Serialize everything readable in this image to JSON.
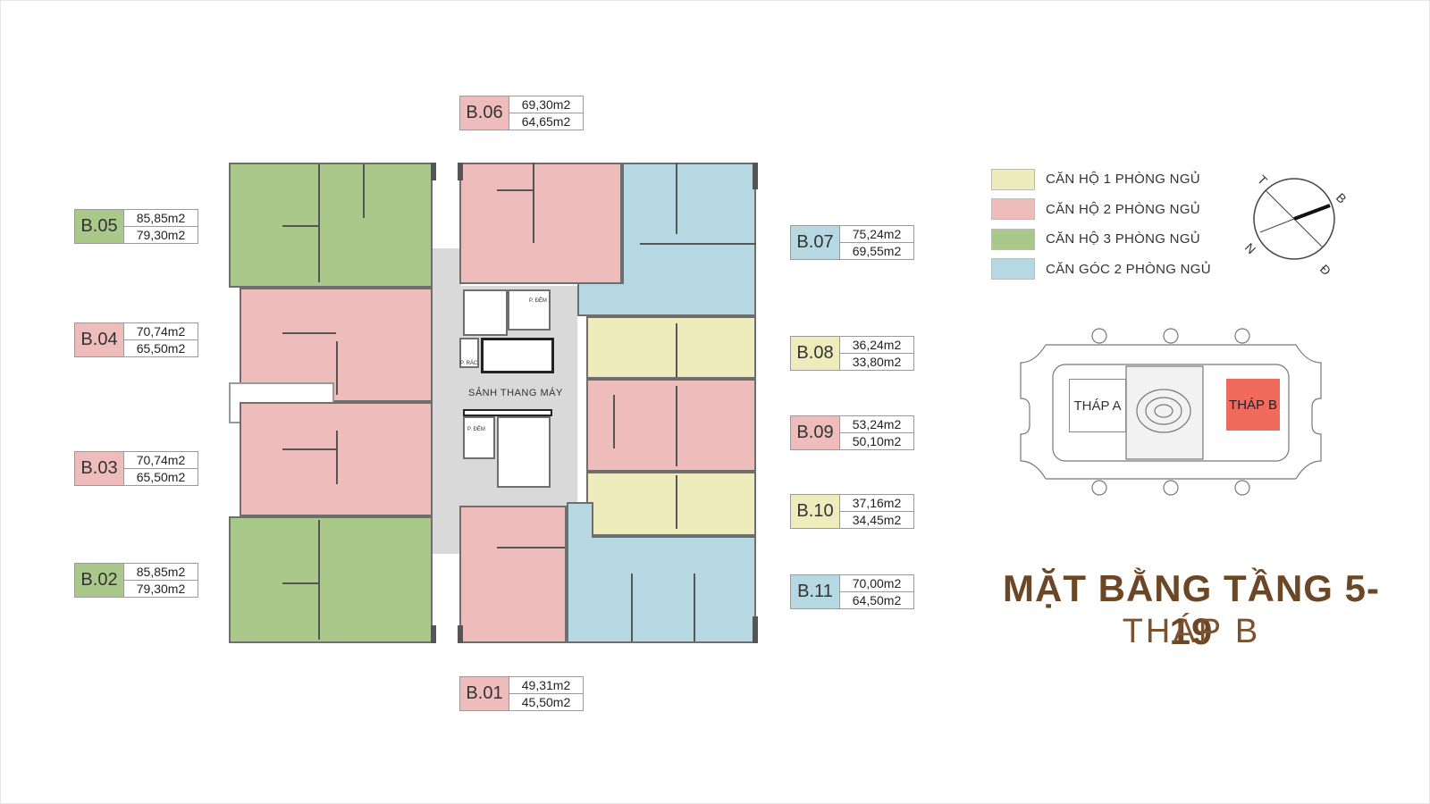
{
  "units": [
    {
      "code": "B.06",
      "area1": "69,30m2",
      "area2": "64,65m2",
      "color": "#efbcbc"
    },
    {
      "code": "B.05",
      "area1": "85,85m2",
      "area2": "79,30m2",
      "color": "#a9c88a"
    },
    {
      "code": "B.04",
      "area1": "70,74m2",
      "area2": "65,50m2",
      "color": "#efbcbc"
    },
    {
      "code": "B.03",
      "area1": "70,74m2",
      "area2": "65,50m2",
      "color": "#efbcbc"
    },
    {
      "code": "B.02",
      "area1": "85,85m2",
      "area2": "79,30m2",
      "color": "#a9c88a"
    },
    {
      "code": "B.01",
      "area1": "49,31m2",
      "area2": "45,50m2",
      "color": "#efbcbc"
    },
    {
      "code": "B.07",
      "area1": "75,24m2",
      "area2": "69,55m2",
      "color": "#b5d8e2"
    },
    {
      "code": "B.08",
      "area1": "36,24m2",
      "area2": "33,80m2",
      "color": "#eeecbd"
    },
    {
      "code": "B.09",
      "area1": "53,24m2",
      "area2": "50,10m2",
      "color": "#efbcbc"
    },
    {
      "code": "B.10",
      "area1": "37,16m2",
      "area2": "34,45m2",
      "color": "#eeecbd"
    },
    {
      "code": "B.11",
      "area1": "70,00m2",
      "area2": "64,50m2",
      "color": "#b5d8e2"
    }
  ],
  "plan": {
    "lobby": "SẢNH THANG MÁY",
    "p_dem_1": "P. ĐỆM",
    "p_dem_2": "P. ĐỆM",
    "p_rac": "P. RÁC"
  },
  "legend": [
    {
      "label": "CĂN HỘ 1 PHÒNG NGỦ",
      "color": "#eeecbd"
    },
    {
      "label": "CĂN HỘ 2 PHÒNG NGỦ",
      "color": "#efbcbc"
    },
    {
      "label": "CĂN HỘ 3 PHÒNG NGỦ",
      "color": "#a9c88a"
    },
    {
      "label": "CĂN GÓC 2 PHÒNG NGỦ",
      "color": "#b5d8e2"
    }
  ],
  "compass": {
    "t": "T",
    "b": "B",
    "n": "N",
    "d": "Đ"
  },
  "site": {
    "tower_a": "THÁP A",
    "tower_b": "THÁP B",
    "highlight": "#f06a5e"
  },
  "title": "MẶT BẰNG TẦNG 5-19",
  "subtitle": "THÁP B"
}
